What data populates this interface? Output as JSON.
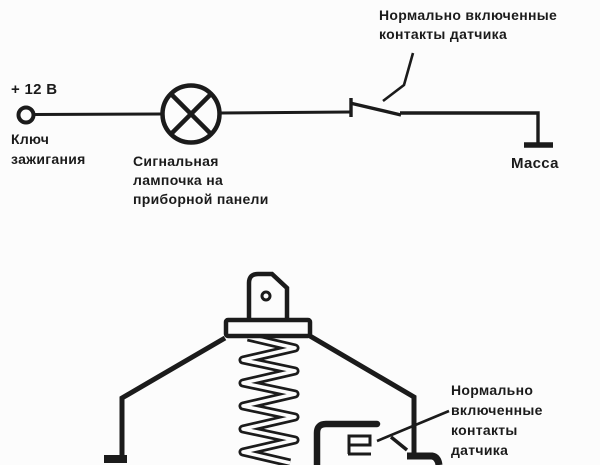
{
  "page": {
    "description": "Scanned schematic of an oil-pressure warning-lamp circuit and sensor cross-section",
    "ink_color": "#1b1b1b",
    "paper_color": "#fcfcfc"
  },
  "icons": {
    "lamp": "lamp-icon (circle with X)",
    "switch": "normally-closed-contact-icon",
    "ground": "chassis-ground-icon",
    "terminal": "supply-terminal-icon",
    "spring": "coil-spring-icon"
  },
  "circuit": {
    "supply_label": "+ 12 В",
    "ignition_key_label": [
      "Ключ",
      "зажигания"
    ],
    "lamp_label": [
      "Сигнальная",
      "лампочка на",
      "приборной панели"
    ],
    "sensor_contacts_label": [
      "Нормально включенные",
      "контакты датчика"
    ],
    "ground_label": "Масса"
  },
  "sensor": {
    "contacts_label": [
      "Нормально",
      "включенные",
      "контакты",
      "датчика"
    ]
  }
}
